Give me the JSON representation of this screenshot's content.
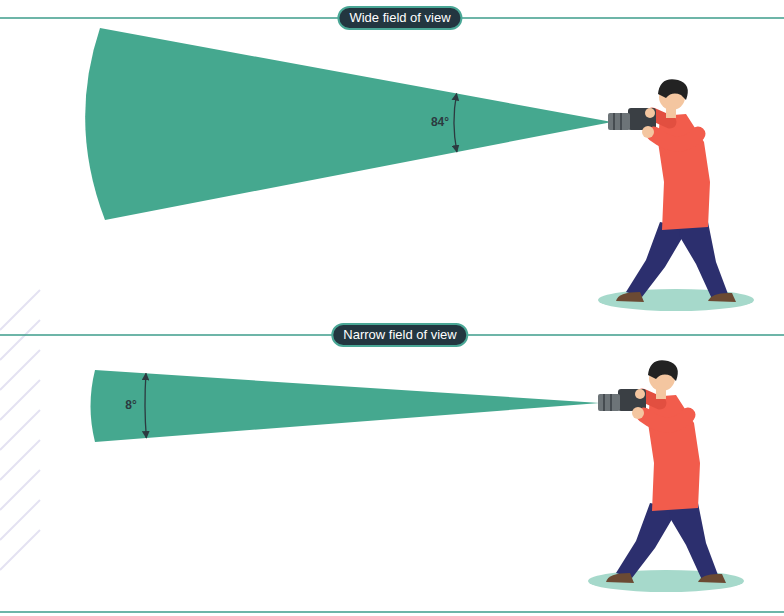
{
  "diagram": {
    "nodes": [
      {
        "text": [
          "Wide field of view"
        ]
      },
      {
        "text": [
          "84°"
        ]
      },
      {
        "text": [
          "Narrow field of view"
        ]
      },
      {
        "text": [
          "8°"
        ]
      }
    ]
  }
}
